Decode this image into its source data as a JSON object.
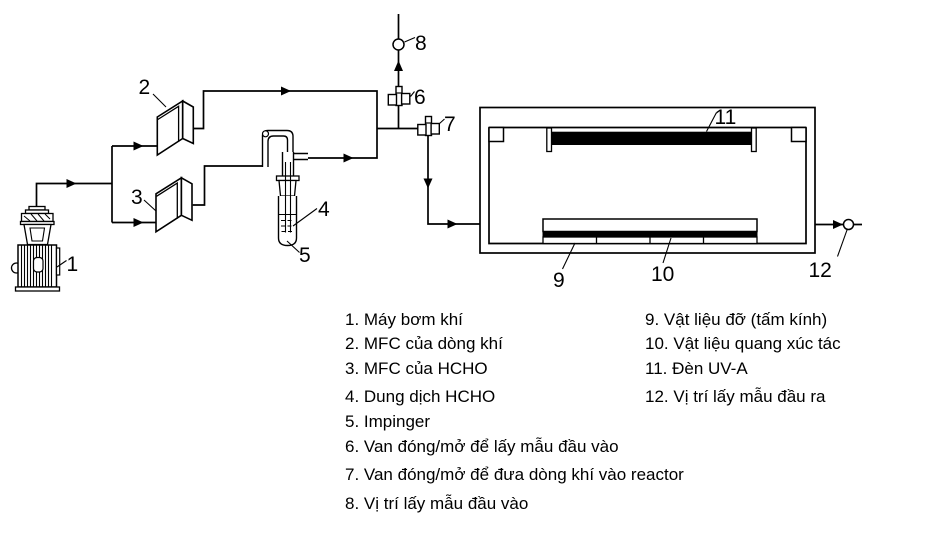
{
  "diagram": {
    "labels": {
      "pump": "1",
      "mfc_air": "2",
      "mfc_hcho": "3",
      "hcho_solution": "4",
      "impinger": "5",
      "valve_inlet_sample": "6",
      "valve_to_reactor": "7",
      "inlet_sample_port": "8",
      "support_plate": "9",
      "photocatalyst": "10",
      "uv_lamp": "11",
      "outlet_sample_port": "12"
    }
  },
  "legend": {
    "left": [
      "1. Máy bơm khí",
      "2. MFC của dòng khí",
      "3. MFC của HCHO",
      "4. Dung dịch HCHO",
      "5. Impinger",
      "6. Van đóng/mở để lấy mẫu đầu vào",
      "7. Van đóng/mở để đưa dòng khí vào reactor",
      "8. Vị trí lấy mẫu đầu vào"
    ],
    "right": [
      "9. Vật liệu đỡ (tấm kính)",
      "10. Vật liệu quang xúc tác",
      "11. Đèn UV-A",
      "12. Vị trí lấy mẫu đầu ra"
    ]
  },
  "colors": {
    "line": "#000000",
    "background": "#ffffff",
    "lamp_fill": "#000000",
    "catalyst_fill": "#000000"
  }
}
